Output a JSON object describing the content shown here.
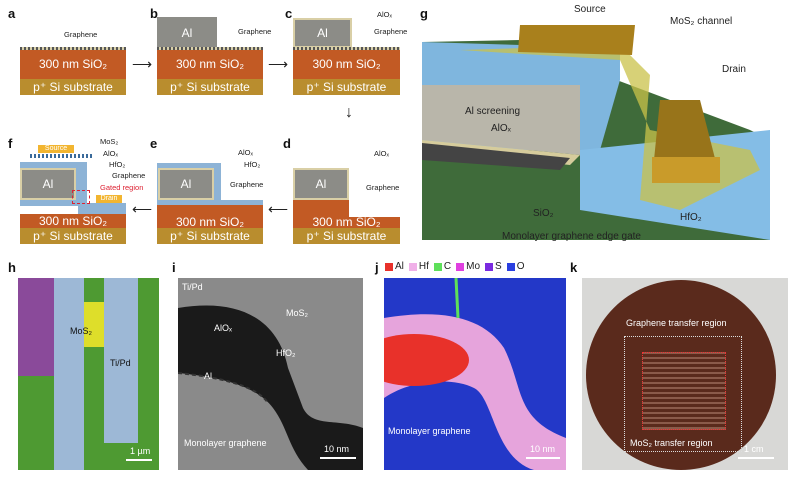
{
  "panels": {
    "a": "a",
    "b": "b",
    "c": "c",
    "d": "d",
    "e": "e",
    "f": "f",
    "g": "g",
    "h": "h",
    "i": "i",
    "j": "j",
    "k": "k"
  },
  "layers": {
    "sio2": "300 nm SiO₂",
    "substrate": "p⁺ Si substrate",
    "al": "Al"
  },
  "labels": {
    "graphene": "Graphene",
    "alox": "AlOₓ",
    "hfo2": "HfO₂",
    "mos2": "MoS₂",
    "source": "Source",
    "drain": "Drain",
    "gated": "Gated region"
  },
  "g": {
    "source": "Source",
    "channel": "MoS₂ channel",
    "drain": "Drain",
    "al_screening": "Al screening",
    "alox": "AlOₓ",
    "sio2": "SiO₂",
    "hfo2": "HfO₂",
    "edge_gate": "Monolayer graphene edge gate"
  },
  "h": {
    "mos2": "MoS₂",
    "tipd": "Ti/Pd",
    "scale": "1 µm"
  },
  "i": {
    "tipd": "Ti/Pd",
    "mos2": "MoS₂",
    "alox": "AlOₓ",
    "hfo2": "HfO₂",
    "al": "Al",
    "graphene": "Monolayer graphene",
    "scale": "10 nm"
  },
  "j": {
    "legend": [
      {
        "label": "Al",
        "color": "#e8312a"
      },
      {
        "label": "Hf",
        "color": "#f0b0e8"
      },
      {
        "label": "C",
        "color": "#5ee05a"
      },
      {
        "label": "Mo",
        "color": "#e040e0"
      },
      {
        "label": "S",
        "color": "#7a2be0"
      },
      {
        "label": "O",
        "color": "#2a3fe0"
      }
    ],
    "graphene": "Monolayer graphene",
    "scale": "10 nm"
  },
  "k": {
    "graphene_region": "Graphene transfer region",
    "mos2_region": "MoS₂ transfer region",
    "scale": "1 cm"
  }
}
